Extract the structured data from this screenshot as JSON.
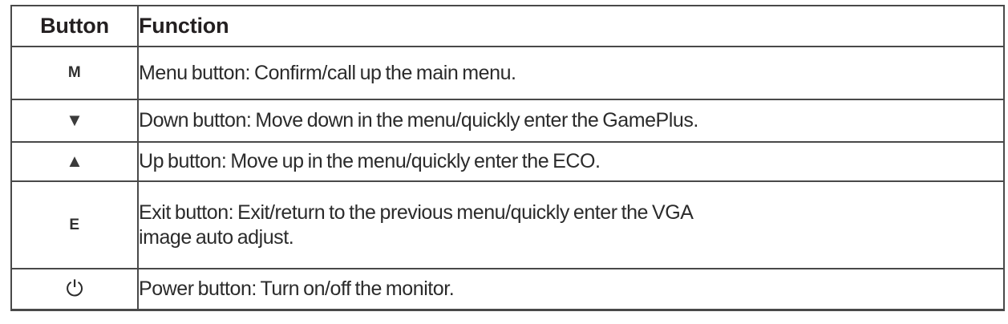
{
  "table": {
    "headers": {
      "button": "Button",
      "function": "Function"
    },
    "rows": [
      {
        "id": "menu",
        "button_label": "M",
        "button_icon": "letter-m",
        "function_lines": [
          "Menu button: Confirm/call up the main menu."
        ]
      },
      {
        "id": "down",
        "button_label": "▼",
        "button_icon": "triangle-down-icon",
        "function_lines": [
          "Down button: Move down in the menu/quickly enter the GamePlus."
        ]
      },
      {
        "id": "up",
        "button_label": "▲",
        "button_icon": "triangle-up-icon",
        "function_lines": [
          "Up button: Move up in the menu/quickly enter the ECO."
        ]
      },
      {
        "id": "exit",
        "button_label": "E",
        "button_icon": "letter-e",
        "function_lines": [
          "Exit button: Exit/return to the previous menu/quickly enter the VGA",
          "image auto adjust."
        ]
      },
      {
        "id": "power",
        "button_label": "⏻",
        "button_icon": "power-icon",
        "function_lines": [
          "Power button: Turn on/off the monitor."
        ]
      }
    ]
  },
  "colors": {
    "border": "#494949",
    "text": "#2b2b2b",
    "header_text": "#231f20",
    "background": "#ffffff"
  }
}
